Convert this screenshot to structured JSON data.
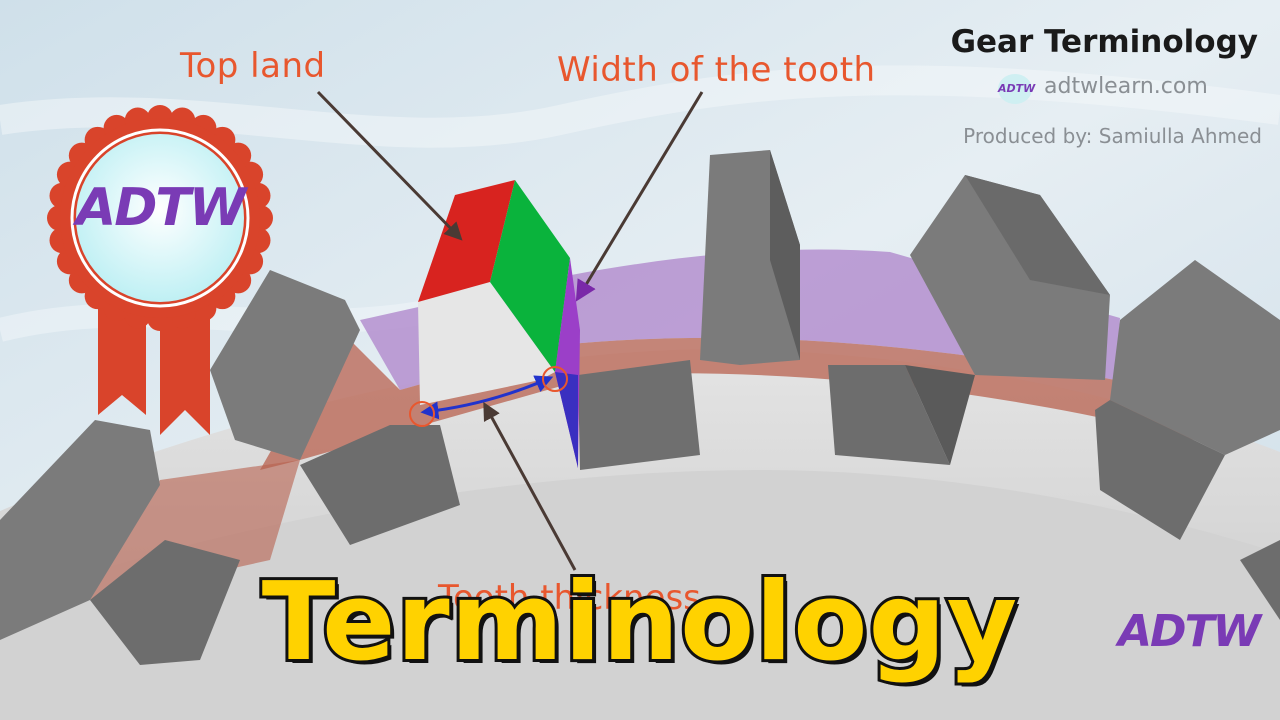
{
  "header": {
    "title": "Gear Terminology",
    "site": "adtwlearn.com",
    "producer": "Produced by: Samiulla Ahmed"
  },
  "labels": {
    "top_land": "Top land",
    "width_of_tooth": "Width of the tooth",
    "tooth_thickness": "Tooth thickness"
  },
  "banner": {
    "title": "Terminology"
  },
  "logo": {
    "text": "ADTW"
  },
  "colors": {
    "label_orange": "#e8572e",
    "top_land_red": "#d8231f",
    "width_green": "#0ab33c",
    "addendum_purple": "#b48fcf",
    "tooth_gray": "#7a7a7a",
    "arrow_blue": "#2233cc",
    "title_yellow": "#ffd200",
    "ribbon_red": "#d9442b"
  }
}
